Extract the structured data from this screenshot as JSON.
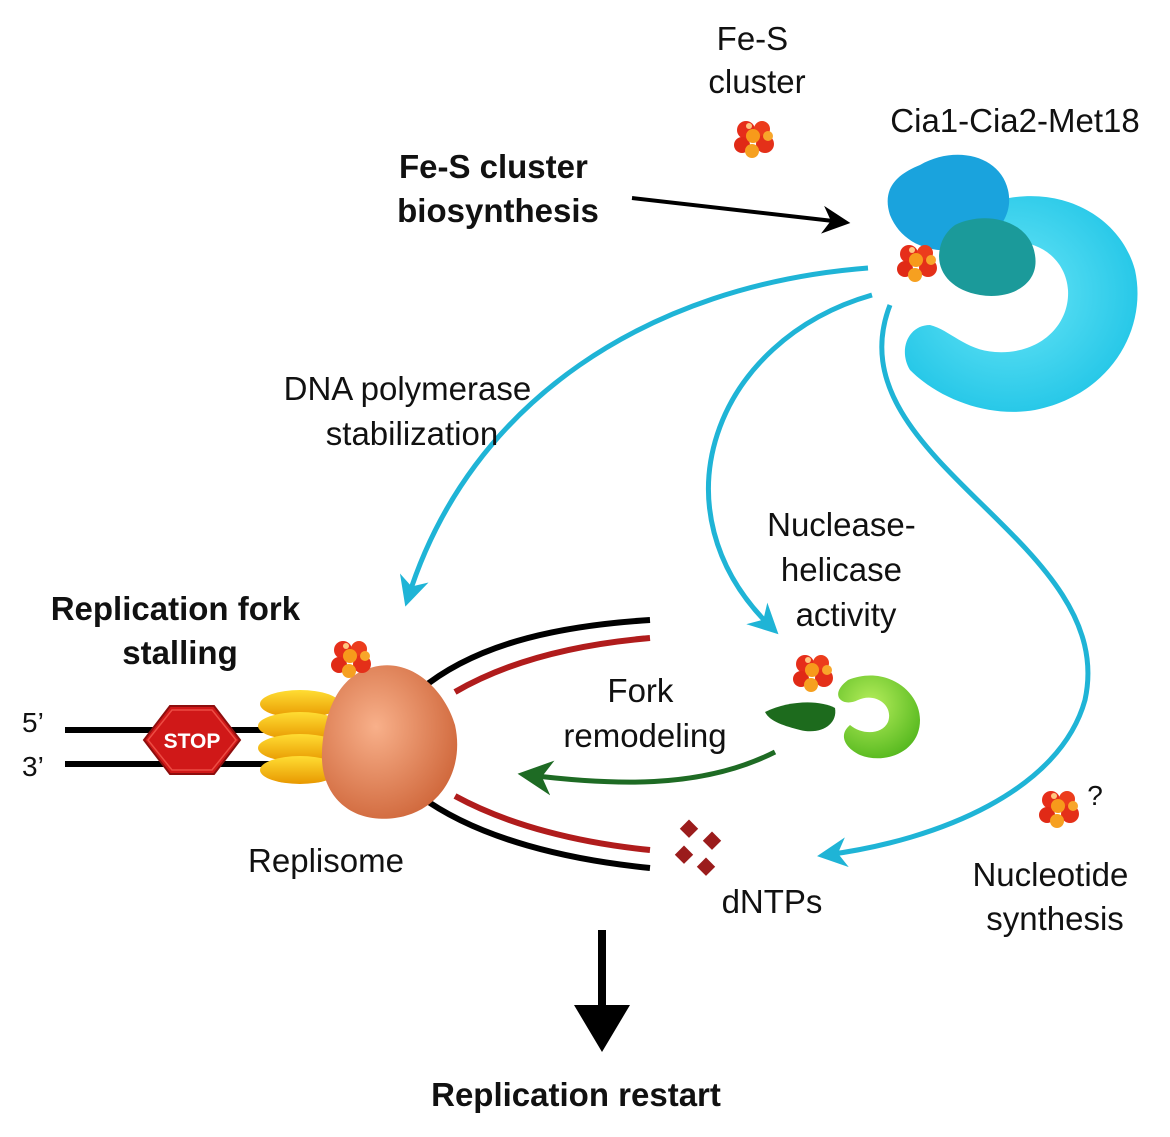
{
  "labels": {
    "fes_cluster": [
      "Fe-S",
      "cluster"
    ],
    "cia_complex": "Cia1-Cia2-Met18",
    "fes_biosynthesis": [
      "Fe-S cluster",
      "biosynthesis"
    ],
    "dna_pol_stabilization": [
      "DNA polymerase",
      "stabilization"
    ],
    "nuclease_helicase": [
      "Nuclease-",
      "helicase",
      "activity"
    ],
    "replication_fork_stalling": [
      "Replication fork",
      "stalling"
    ],
    "fork_remodeling": [
      "Fork",
      "remodeling"
    ],
    "stop_sign": "STOP",
    "strand_5prime": "5’",
    "strand_3prime": "3’",
    "replisome": "Replisome",
    "dntps": "dNTPs",
    "question_mark": "?",
    "nucleotide_synthesis": [
      "Nucleotide",
      "synthesis"
    ],
    "replication_restart": "Replication restart"
  },
  "colors": {
    "blue_arrow": "#1fb4d6",
    "green_arrow": "#1e6b24",
    "black_arrow": "#000000",
    "dna_strand": "#000000",
    "nascent_strand": "#b01c1c",
    "stop_sign": "#d01818",
    "helicase_rings": "#f0b400",
    "replisome": "#e8845a",
    "cia_complex": "#2cd3ee",
    "cia_lobe": "#1aa3dd",
    "cia_inner": "#1b9a9a",
    "nuclease_light": "#7fd72a",
    "nuclease_dark": "#1d6b1d",
    "fes_red": "#e62e1a",
    "fes_orange": "#f79a1b",
    "dntp": "#9b1c1c"
  }
}
